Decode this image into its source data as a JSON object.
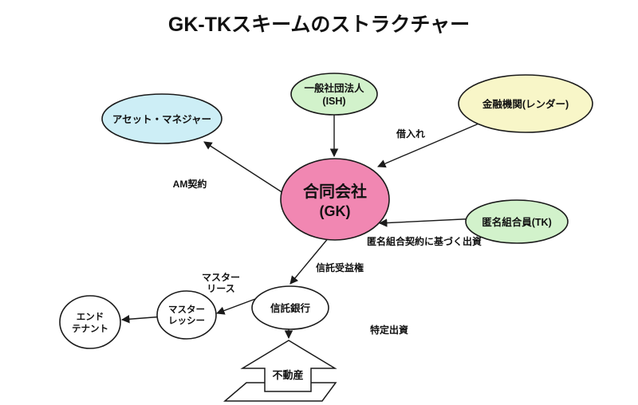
{
  "title": "GK-TKスキームのストラクチャー",
  "colors": {
    "stroke": "#1a1a1a",
    "asset_manager_fill": "#cdeef6",
    "ish_fill": "#d2f2cb",
    "lender_fill": "#f8f6c8",
    "gk_fill": "#f187b2",
    "tk_fill": "#d2f2cb",
    "white_fill": "#ffffff"
  },
  "nodes": {
    "asset_manager": {
      "label": "アセット・マネジャー"
    },
    "ish": {
      "label_line1": "一般社団法人",
      "label_line2": "(ISH)"
    },
    "lender": {
      "label": "金融機関(レンダー)"
    },
    "gk": {
      "label_line1": "合同会社",
      "label_line2": "(GK)"
    },
    "tk": {
      "label": "匿名組合員(TK)"
    },
    "trust_bank": {
      "label": "信託銀行"
    },
    "master_lessee": {
      "label_line1": "マスター",
      "label_line2": "レッシー"
    },
    "end_tenant": {
      "label_line1": "エンド",
      "label_line2": "テナント"
    },
    "real_estate": {
      "label": "不動産"
    }
  },
  "edge_labels": {
    "borrowing": "借入れ",
    "am_contract": "AM契約",
    "tk_investment": "匿名組合契約に基づく出資",
    "trust_beneficiary": "信託受益権",
    "master_lease_line1": "マスター",
    "master_lease_line2": "リース",
    "specified_investment": "特定出資"
  }
}
